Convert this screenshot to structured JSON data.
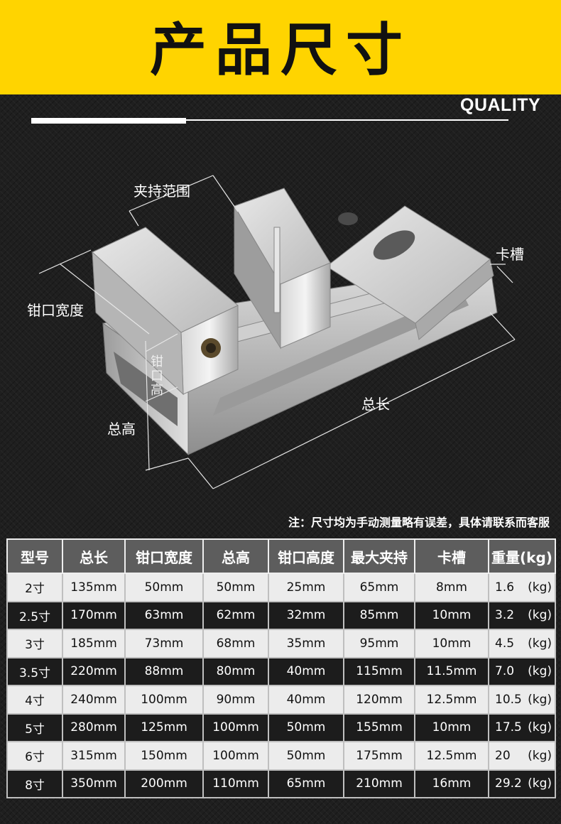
{
  "header": {
    "title": "产品尺寸",
    "subtitle": "QUALITY"
  },
  "diagram": {
    "labels": {
      "clamp_range": "夹持范围",
      "slot": "卡槽",
      "jaw_width": "钳口宽度",
      "jaw_height": "钳口高",
      "total_length": "总长",
      "total_height": "总高"
    }
  },
  "note": "注：尺寸均为手动测量略有误差，具体请联系而客服",
  "table": {
    "headers": [
      "型号",
      "总长",
      "钳口宽度",
      "总高",
      "钳口高度",
      "最大夹持",
      "卡槽",
      "重量(kg)"
    ],
    "rows": [
      {
        "model": "2寸",
        "length": "135mm",
        "jaw_width": "50mm",
        "height": "50mm",
        "jaw_height": "25mm",
        "max_clamp": "65mm",
        "slot": "8mm",
        "weight": "1.6",
        "unit": "(kg)"
      },
      {
        "model": "2.5寸",
        "length": "170mm",
        "jaw_width": "63mm",
        "height": "62mm",
        "jaw_height": "32mm",
        "max_clamp": "85mm",
        "slot": "10mm",
        "weight": "3.2",
        "unit": "(kg)"
      },
      {
        "model": "3寸",
        "length": "185mm",
        "jaw_width": "73mm",
        "height": "68mm",
        "jaw_height": "35mm",
        "max_clamp": "95mm",
        "slot": "10mm",
        "weight": "4.5",
        "unit": "(kg)"
      },
      {
        "model": "3.5寸",
        "length": "220mm",
        "jaw_width": "88mm",
        "height": "80mm",
        "jaw_height": "40mm",
        "max_clamp": "115mm",
        "slot": "11.5mm",
        "weight": "7.0",
        "unit": "(kg)"
      },
      {
        "model": "4寸",
        "length": "240mm",
        "jaw_width": "100mm",
        "height": "90mm",
        "jaw_height": "40mm",
        "max_clamp": "120mm",
        "slot": "12.5mm",
        "weight": "10.5",
        "unit": "(kg)"
      },
      {
        "model": "5寸",
        "length": "280mm",
        "jaw_width": "125mm",
        "height": "100mm",
        "jaw_height": "50mm",
        "max_clamp": "155mm",
        "slot": "10mm",
        "weight": "17.5",
        "unit": "(kg)"
      },
      {
        "model": "6寸",
        "length": "315mm",
        "jaw_width": "150mm",
        "height": "100mm",
        "jaw_height": "50mm",
        "max_clamp": "175mm",
        "slot": "12.5mm",
        "weight": "20",
        "unit": "(kg)"
      },
      {
        "model": "8寸",
        "length": "350mm",
        "jaw_width": "200mm",
        "height": "110mm",
        "jaw_height": "65mm",
        "max_clamp": "210mm",
        "slot": "16mm",
        "weight": "29.2",
        "unit": "(kg)"
      }
    ]
  },
  "colors": {
    "banner": "#ffd400",
    "header_cell": "#5d5d5d",
    "row_light": "#ececec",
    "row_dark": "#1c1c1c"
  }
}
